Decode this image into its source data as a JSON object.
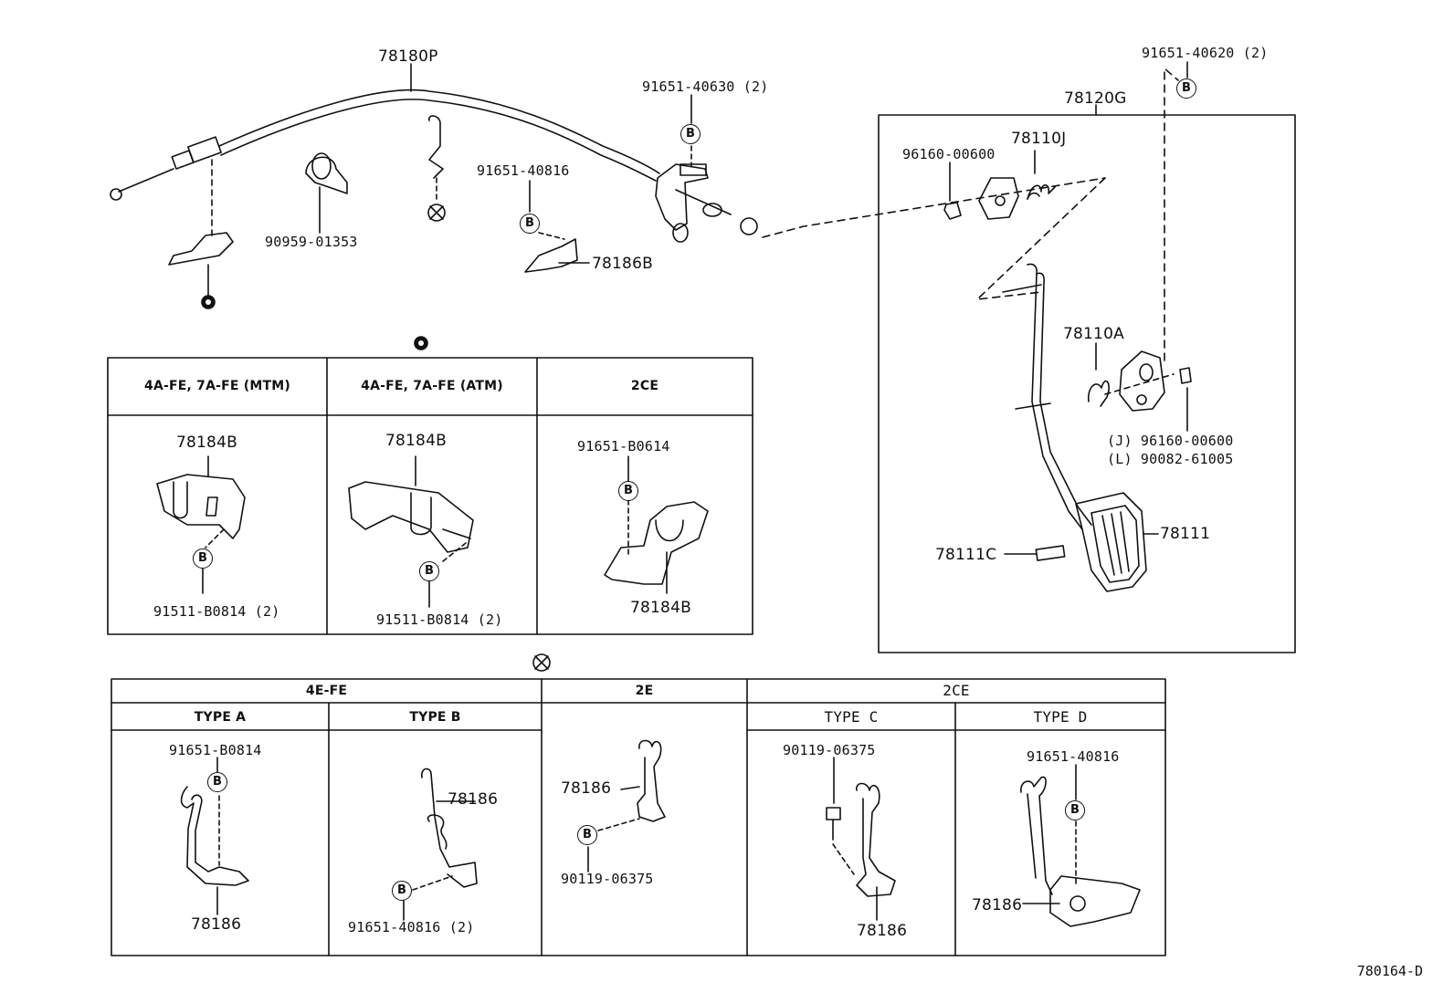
{
  "markers": {
    "bolt_letter": "B"
  },
  "parts": {
    "cable": "78180P",
    "cable_clamp": "90959-01353",
    "bolt_top_right_cable": "91651-40630 (2)",
    "bolt_bracket": "91651-40816",
    "bracket": "78186B",
    "pedal_assembly": "78120G",
    "bolt_top_right": "91651-40620 (2)",
    "nut_upper": "96160-00600",
    "spring_upper": "78110J",
    "spring_lower": "78110A",
    "nut_j": "(J) 96160-00600",
    "nut_l": "(L) 90082-61005",
    "pedal": "78111",
    "stopper": "78111C"
  },
  "table_dot": {
    "headers": [
      "4A-FE, 7A-FE (MTM)",
      "4A-FE, 7A-FE (ATM)",
      "2CE"
    ],
    "c1_part": "78184B",
    "c1_bolt": "91511-B0814 (2)",
    "c2_part": "78184B",
    "c2_bolt": "91511-B0814 (2)",
    "c3_bolt": "91651-B0614",
    "c3_part": "78184B"
  },
  "table_x": {
    "groups": [
      "4E-FE",
      "2E",
      "2CE"
    ],
    "types": [
      "TYPE A",
      "TYPE B",
      "TYPE C",
      "TYPE D"
    ],
    "a_bolt": "91651-B0814",
    "a_part": "78186",
    "b_part": "78186",
    "b_bolt": "91651-40816 (2)",
    "e_part": "78186",
    "e_bolt": "90119-06375",
    "c_bolt": "90119-06375",
    "c_part": "78186",
    "d_bolt": "91651-40816",
    "d_part": "78186"
  },
  "diagram_ref": "780164-D"
}
